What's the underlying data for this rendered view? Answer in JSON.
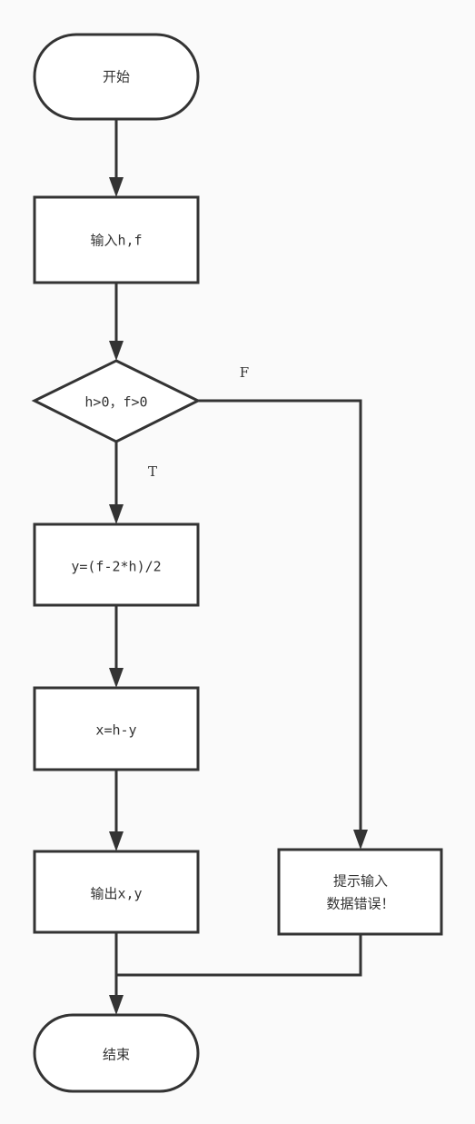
{
  "nodes": {
    "start": "开始",
    "input": "输入h,f",
    "decision": "h>0，f>0",
    "calc_y": "y=(f-2*h)/2",
    "calc_x": "x=h-y",
    "output": "输出x,y",
    "error_line1": "提示输入",
    "error_line2": "数据错误！",
    "end": "结束"
  },
  "branches": {
    "true_label": "T",
    "false_label": "F"
  }
}
